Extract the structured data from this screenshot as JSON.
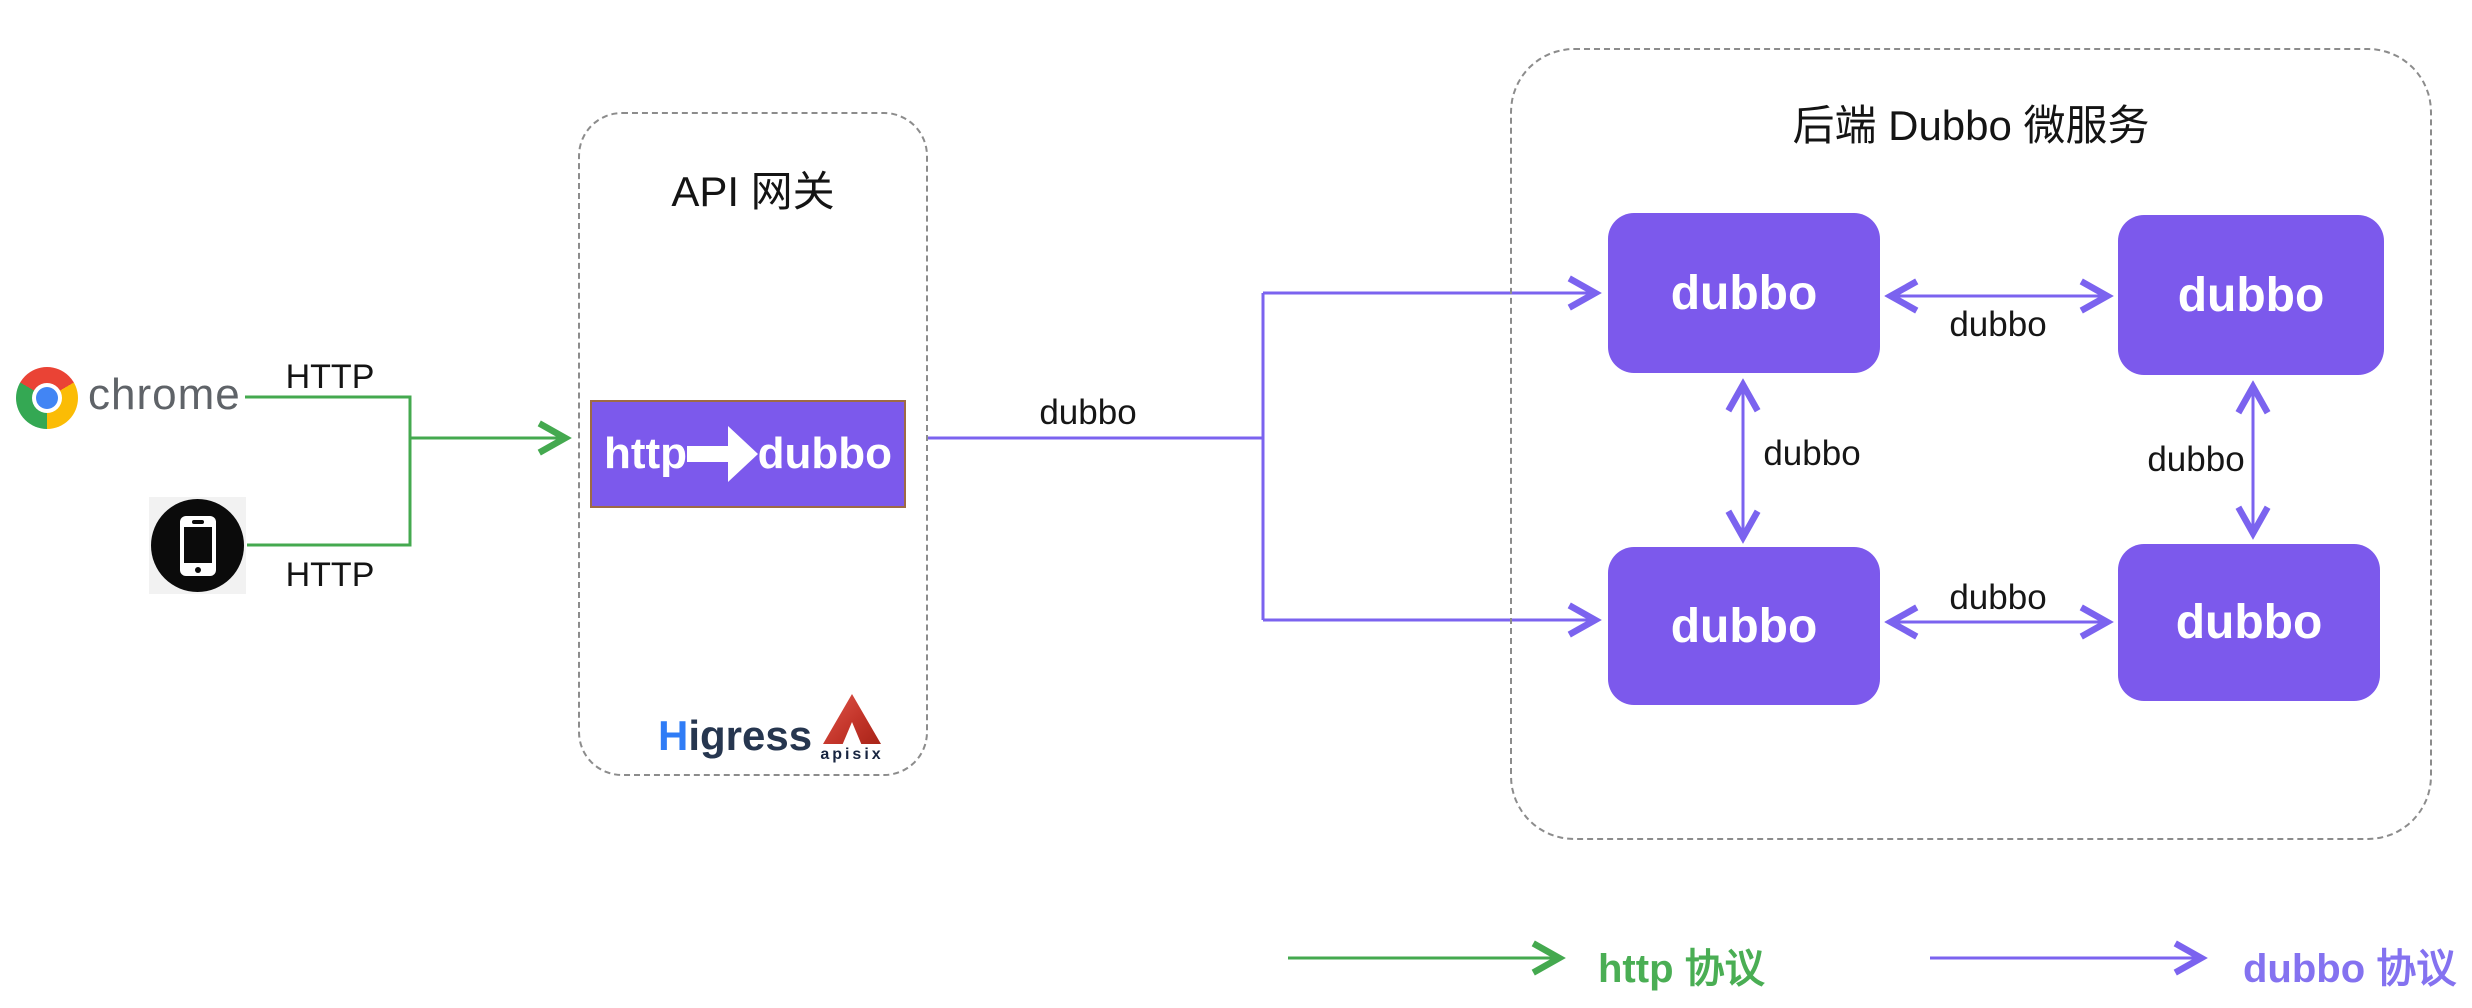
{
  "clients": {
    "chrome": {
      "label": "chrome"
    },
    "mobile": {
      "icon": "smartphone-icon"
    },
    "http_label_top": "HTTP",
    "http_label_bottom": "HTTP"
  },
  "gateway": {
    "title": "API 网关",
    "converter": {
      "from": "http",
      "to": "dubbo",
      "icon": "right-block-arrow-icon"
    },
    "logos": {
      "higress": {
        "prefix": "H",
        "rest": "igress"
      },
      "apisix": {
        "label": "apisix",
        "icon": "apisix-triangle-icon"
      }
    }
  },
  "services": {
    "title": "后端 Dubbo 微服务",
    "nodes": [
      "dubbo",
      "dubbo",
      "dubbo",
      "dubbo"
    ]
  },
  "connections": {
    "gateway_to_services": "dubbo",
    "top_pair": "dubbo",
    "bottom_pair": "dubbo",
    "left_pair": "dubbo",
    "right_pair": "dubbo"
  },
  "legend": {
    "http": {
      "label": "http 协议",
      "color": "#4aae54"
    },
    "dubbo": {
      "label": "dubbo 协议",
      "color": "#8472f0"
    }
  },
  "colors": {
    "node_purple": "#7c59ec",
    "line_purple": "#7b63ef",
    "line_green": "#44a94f"
  }
}
